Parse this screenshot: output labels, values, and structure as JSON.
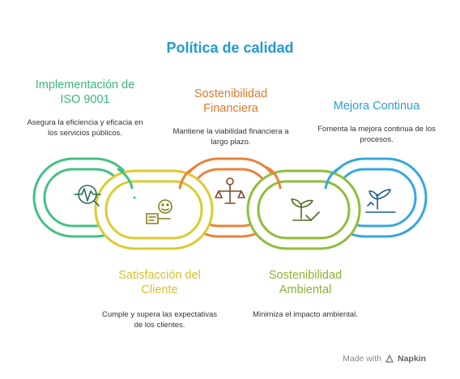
{
  "title": "Política de calidad",
  "steps": [
    {
      "heading": "Implementación de ISO 9001",
      "description": "Asegura la eficiencia y eficacia en los servicios públicos.",
      "icon": "heartbeat-monitor-icon",
      "color": "#3bb87a"
    },
    {
      "heading": "Sostenibilidad Financiera",
      "description": "Mantiene la viabilidad financiera a largo plazo.",
      "icon": "balance-scale-icon",
      "color": "#e07a2d"
    },
    {
      "heading": "Mejora Continua",
      "description": "Fomenta la mejora continua de los procesos.",
      "icon": "growing-plant-icon",
      "color": "#2d9fd9"
    },
    {
      "heading": "Satisfacción del Cliente",
      "description": "Cumple y supera las expectativas de los clientes.",
      "icon": "satisfied-customer-icon",
      "color": "#d7c327"
    },
    {
      "heading": "Sostenibilidad Ambiental",
      "description": "Minimiza el impacto ambiental.",
      "icon": "leaf-hand-icon",
      "color": "#86b532"
    }
  ],
  "footer": {
    "made_with": "Made with",
    "brand": "Napkin"
  }
}
